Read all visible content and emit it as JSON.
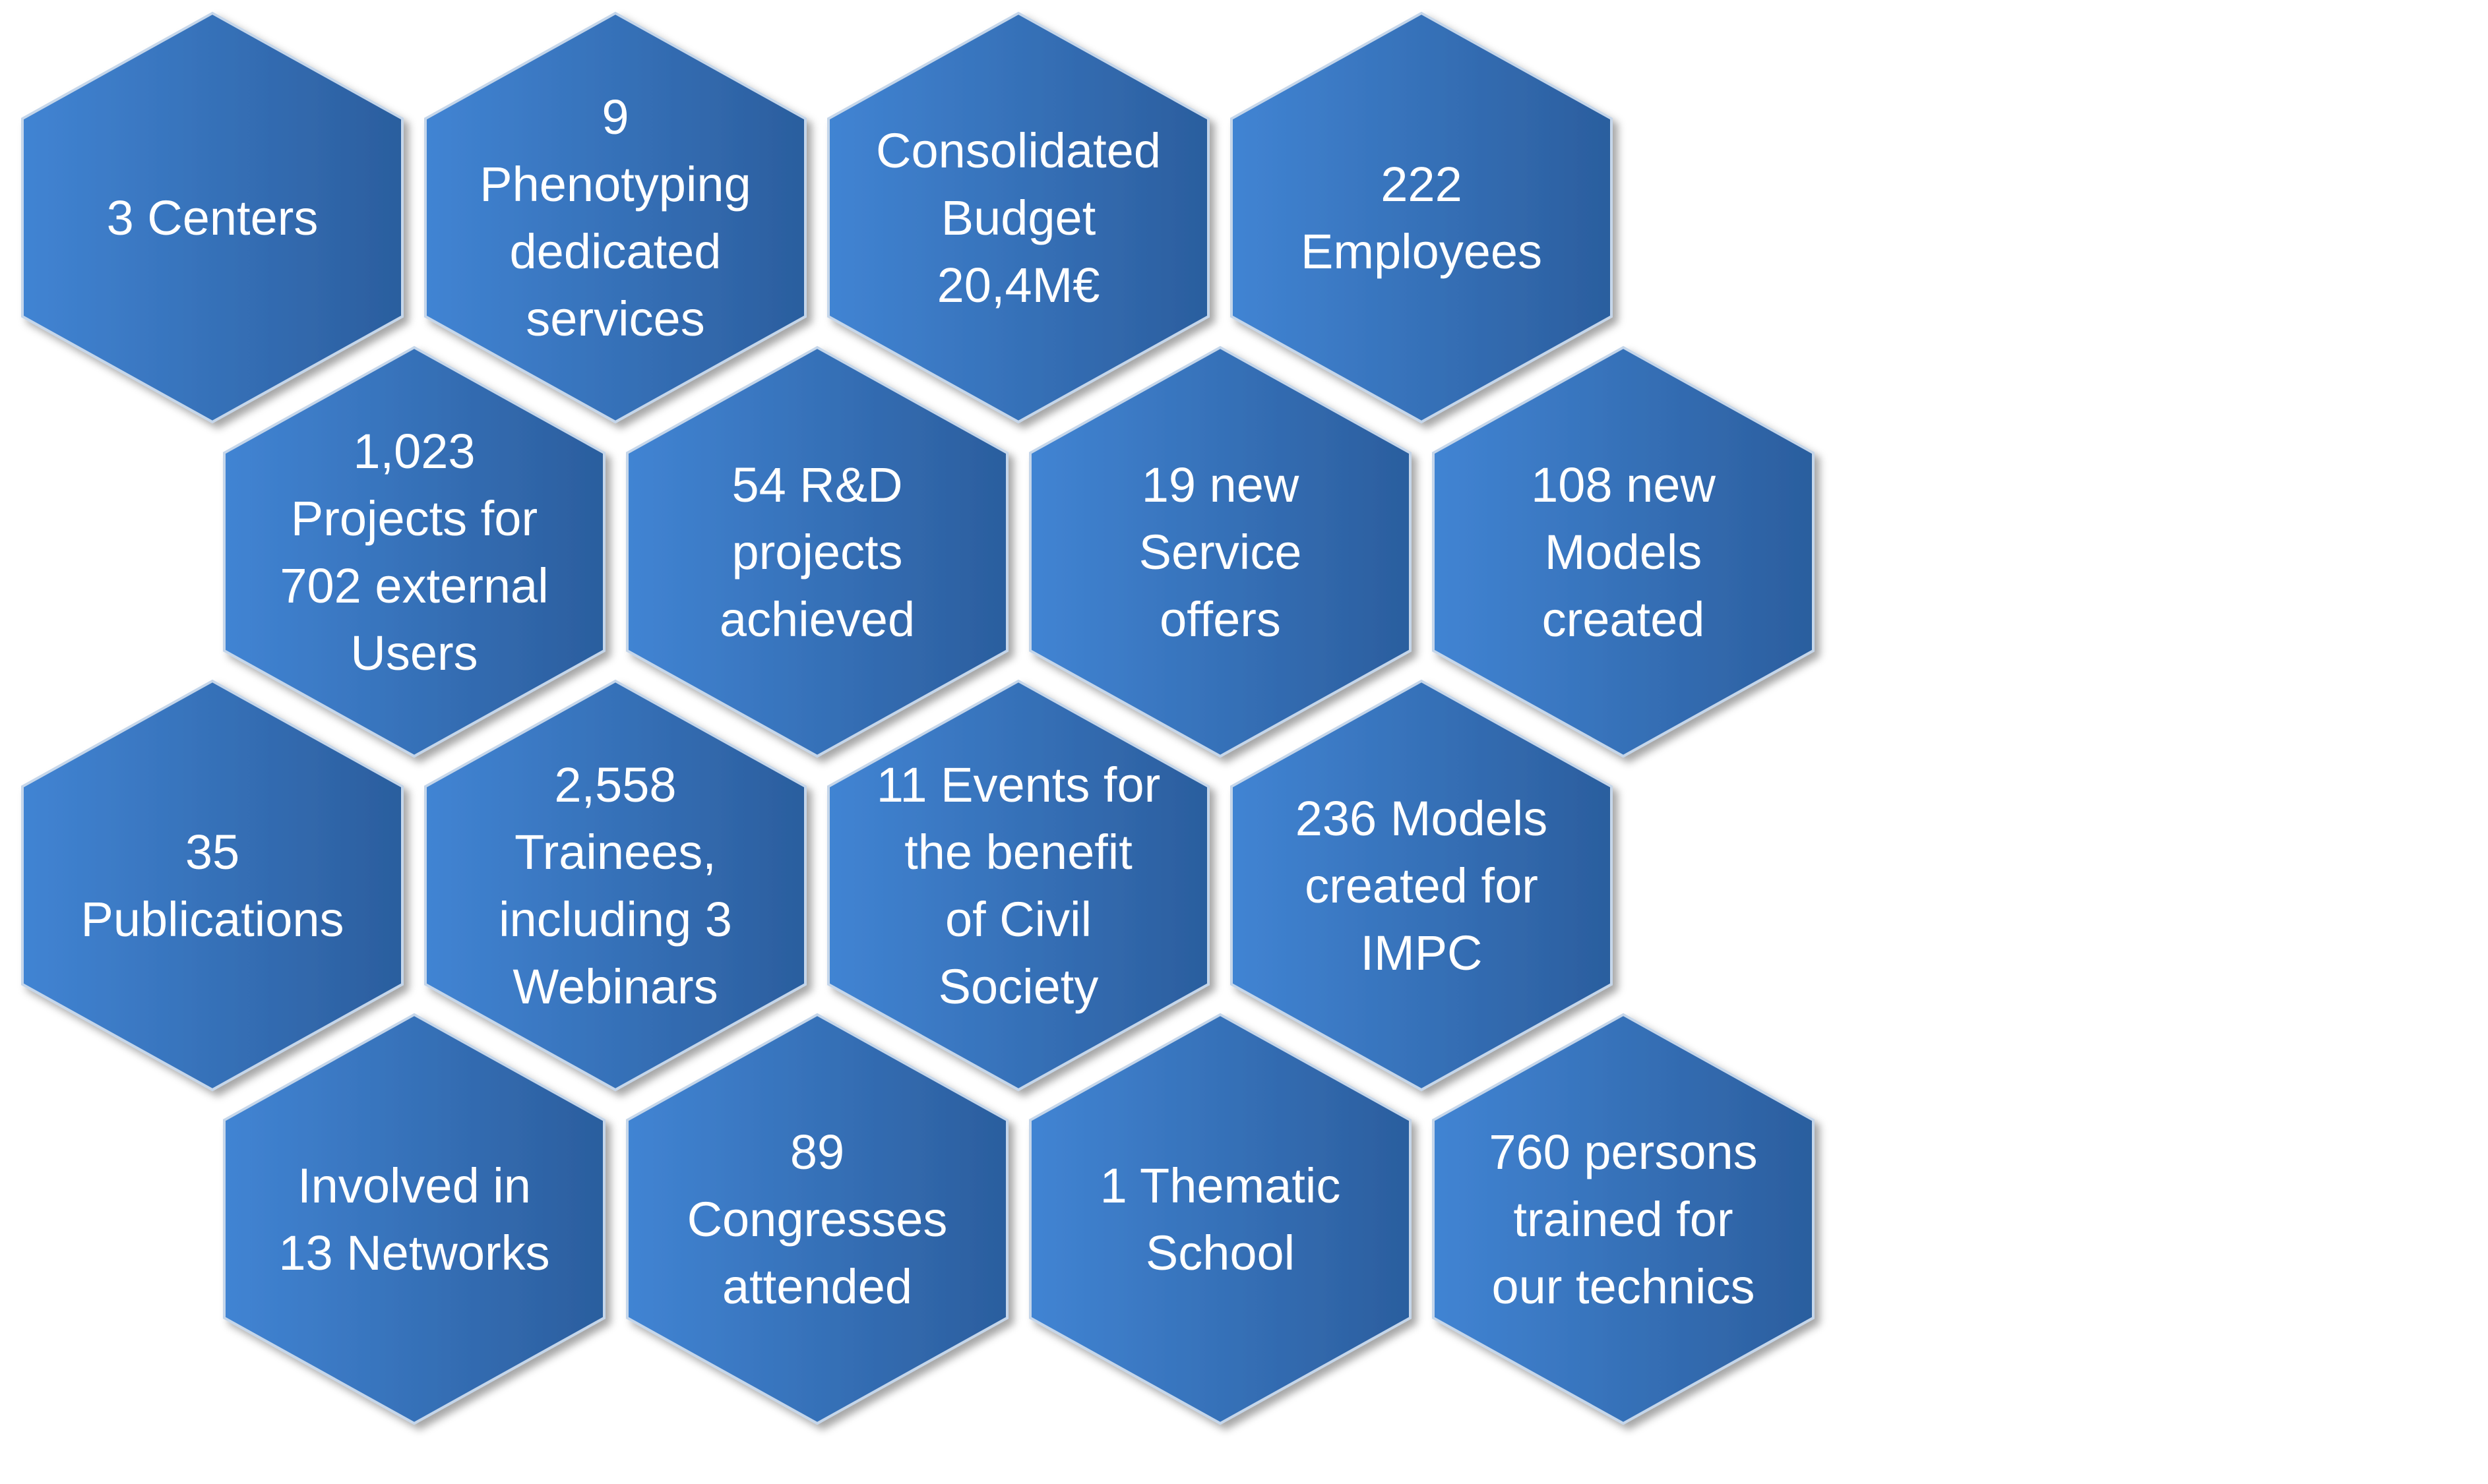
{
  "colors": {
    "hex_fill_light": "#4184d3",
    "hex_fill_dark": "#2b5e9e",
    "hex_stroke": "#c5d6ea",
    "label_text": "#ffffff"
  },
  "hexagons": [
    {
      "id": "centers",
      "lines": [
        "3 Centers"
      ]
    },
    {
      "id": "phenotyping-services",
      "lines": [
        "9",
        "Phenotyping",
        "dedicated",
        "services"
      ]
    },
    {
      "id": "consolidated-budget",
      "lines": [
        "Consolidated",
        "Budget",
        "20,4M€"
      ]
    },
    {
      "id": "employees",
      "lines": [
        "222",
        "Employees"
      ]
    },
    {
      "id": "projects-users",
      "lines": [
        "1,023",
        "Projects for",
        "702 external",
        "Users"
      ]
    },
    {
      "id": "rd-projects",
      "lines": [
        "54 R&D",
        "projects",
        "achieved"
      ]
    },
    {
      "id": "service-offers",
      "lines": [
        "19 new",
        "Service",
        "offers"
      ]
    },
    {
      "id": "new-models",
      "lines": [
        "108 new",
        "Models",
        "created"
      ]
    },
    {
      "id": "publications",
      "lines": [
        "35",
        "Publications"
      ]
    },
    {
      "id": "trainees",
      "lines": [
        "2,558",
        "Trainees,",
        "including 3",
        "Webinars"
      ]
    },
    {
      "id": "events",
      "lines": [
        "11 Events for",
        "the benefit",
        "of Civil",
        "Society"
      ]
    },
    {
      "id": "impc-models",
      "lines": [
        "236 Models",
        "created for",
        "IMPC"
      ]
    },
    {
      "id": "networks",
      "lines": [
        "Involved in",
        "13 Networks"
      ]
    },
    {
      "id": "congresses",
      "lines": [
        "89",
        "Congresses",
        "attended"
      ]
    },
    {
      "id": "thematic-school",
      "lines": [
        "1 Thematic",
        "School"
      ]
    },
    {
      "id": "persons-trained",
      "lines": [
        "760 persons",
        "trained for",
        "our technics"
      ]
    }
  ]
}
